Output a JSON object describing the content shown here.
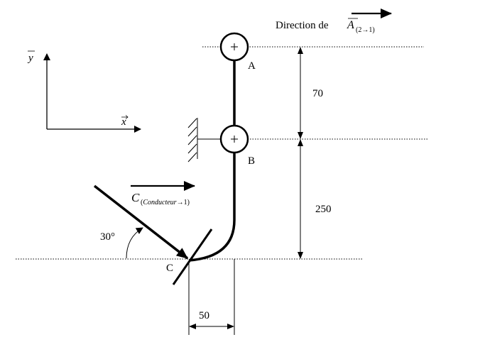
{
  "colors": {
    "ink": "#000000",
    "background": "#ffffff"
  },
  "labels": {
    "direction_prefix": "Direction de",
    "force_a_symbol": "A",
    "force_a_subscript": "(2→1)",
    "point_a": "A",
    "point_b": "B",
    "point_c": "C",
    "axis_y": "y",
    "axis_x": "x",
    "force_c_symbol": "C",
    "force_c_subscript_paren_open": "(",
    "force_c_subscript_word": "Conducteur",
    "force_c_subscript_tail": "→1)",
    "angle": "30°",
    "dim_ab": "70",
    "dim_bc": "250",
    "dim_horizontal": "50"
  },
  "icons": {
    "pivot_a": "circle-plus-icon",
    "pivot_b": "circle-plus-icon",
    "wall_support": "hatched-wall-icon"
  }
}
